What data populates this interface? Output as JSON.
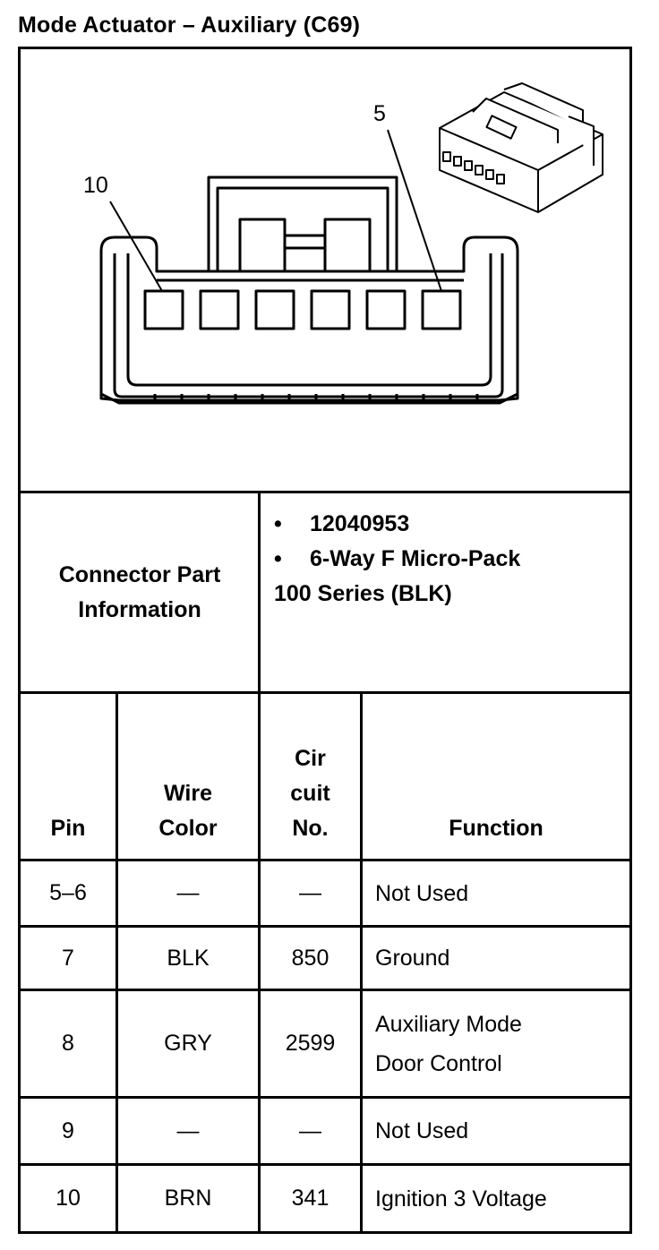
{
  "title": "Mode Actuator – Auxiliary (C69)",
  "diagram": {
    "pin_label_left": "10",
    "pin_label_right": "5"
  },
  "connector_info": {
    "label_line1": "Connector Part",
    "label_line2": "Information",
    "bullets": [
      "12040953",
      "6-Way F Micro-Pack"
    ],
    "bullet_symbol": "•",
    "extra_line": "100 Series (BLK)"
  },
  "table": {
    "headers": {
      "pin": "Pin",
      "wire_color_1": "Wire",
      "wire_color_2": "Color",
      "circuit_1": "Cir",
      "circuit_2": "cuit",
      "circuit_3": "No.",
      "function": "Function"
    },
    "rows": [
      {
        "pin": "5–6",
        "wire": "—",
        "circuit": "—",
        "function_1": "Not Used",
        "function_2": ""
      },
      {
        "pin": "7",
        "wire": "BLK",
        "circuit": "850",
        "function_1": "Ground",
        "function_2": ""
      },
      {
        "pin": "8",
        "wire": "GRY",
        "circuit": "2599",
        "function_1": "Auxiliary Mode",
        "function_2": "Door Control"
      },
      {
        "pin": "9",
        "wire": "—",
        "circuit": "—",
        "function_1": "Not Used",
        "function_2": ""
      },
      {
        "pin": "10",
        "wire": "BRN",
        "circuit": "341",
        "function_1": "Ignition 3 Voltage",
        "function_2": ""
      }
    ]
  }
}
